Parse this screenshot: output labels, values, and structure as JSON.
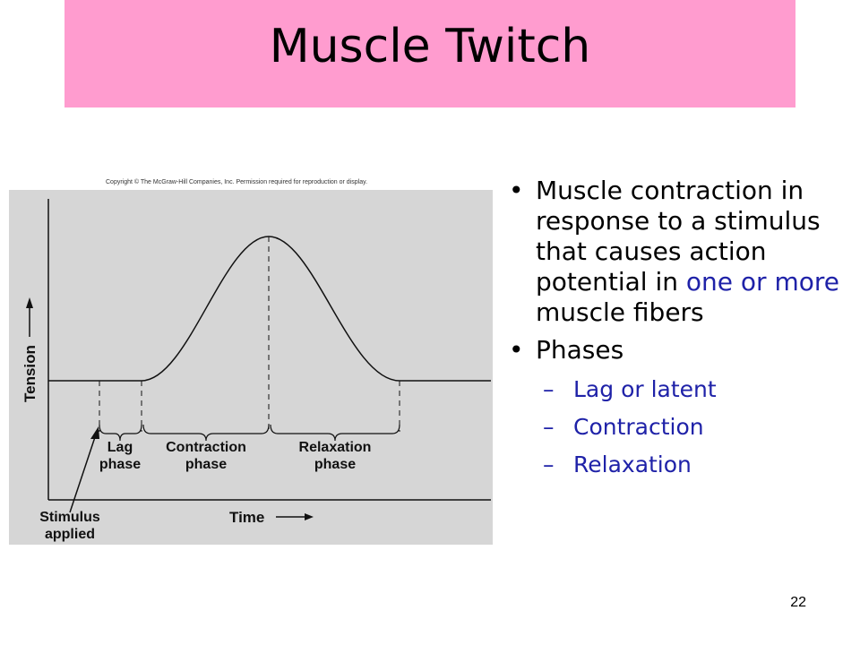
{
  "slide": {
    "title": "Muscle Twitch",
    "page_number": "22",
    "bg_color": "#ffffff",
    "title_bar_color": "#ff9ccf",
    "accent_text_color": "#1f22a8"
  },
  "figure": {
    "copyright": "Copyright © The McGraw-Hill Companies, Inc. Permission required for reproduction or display.",
    "y_axis_label": "Tension",
    "x_axis_label": "Time",
    "phase_labels": [
      {
        "line1": "Lag",
        "line2": "phase"
      },
      {
        "line1": "Contraction",
        "line2": "phase"
      },
      {
        "line1": "Relaxation",
        "line2": "phase"
      }
    ],
    "stimulus_label": {
      "line1": "Stimulus",
      "line2": "applied"
    },
    "bg_color": "#d6d6d6"
  },
  "bullets": {
    "item1": {
      "before": "Muscle contraction in response to a stimulus that causes action potential in ",
      "highlight": "one or more",
      "after": " muscle fibers"
    },
    "item2": "Phases",
    "sub_items": [
      "Lag or latent",
      "Contraction",
      "Relaxation"
    ]
  }
}
